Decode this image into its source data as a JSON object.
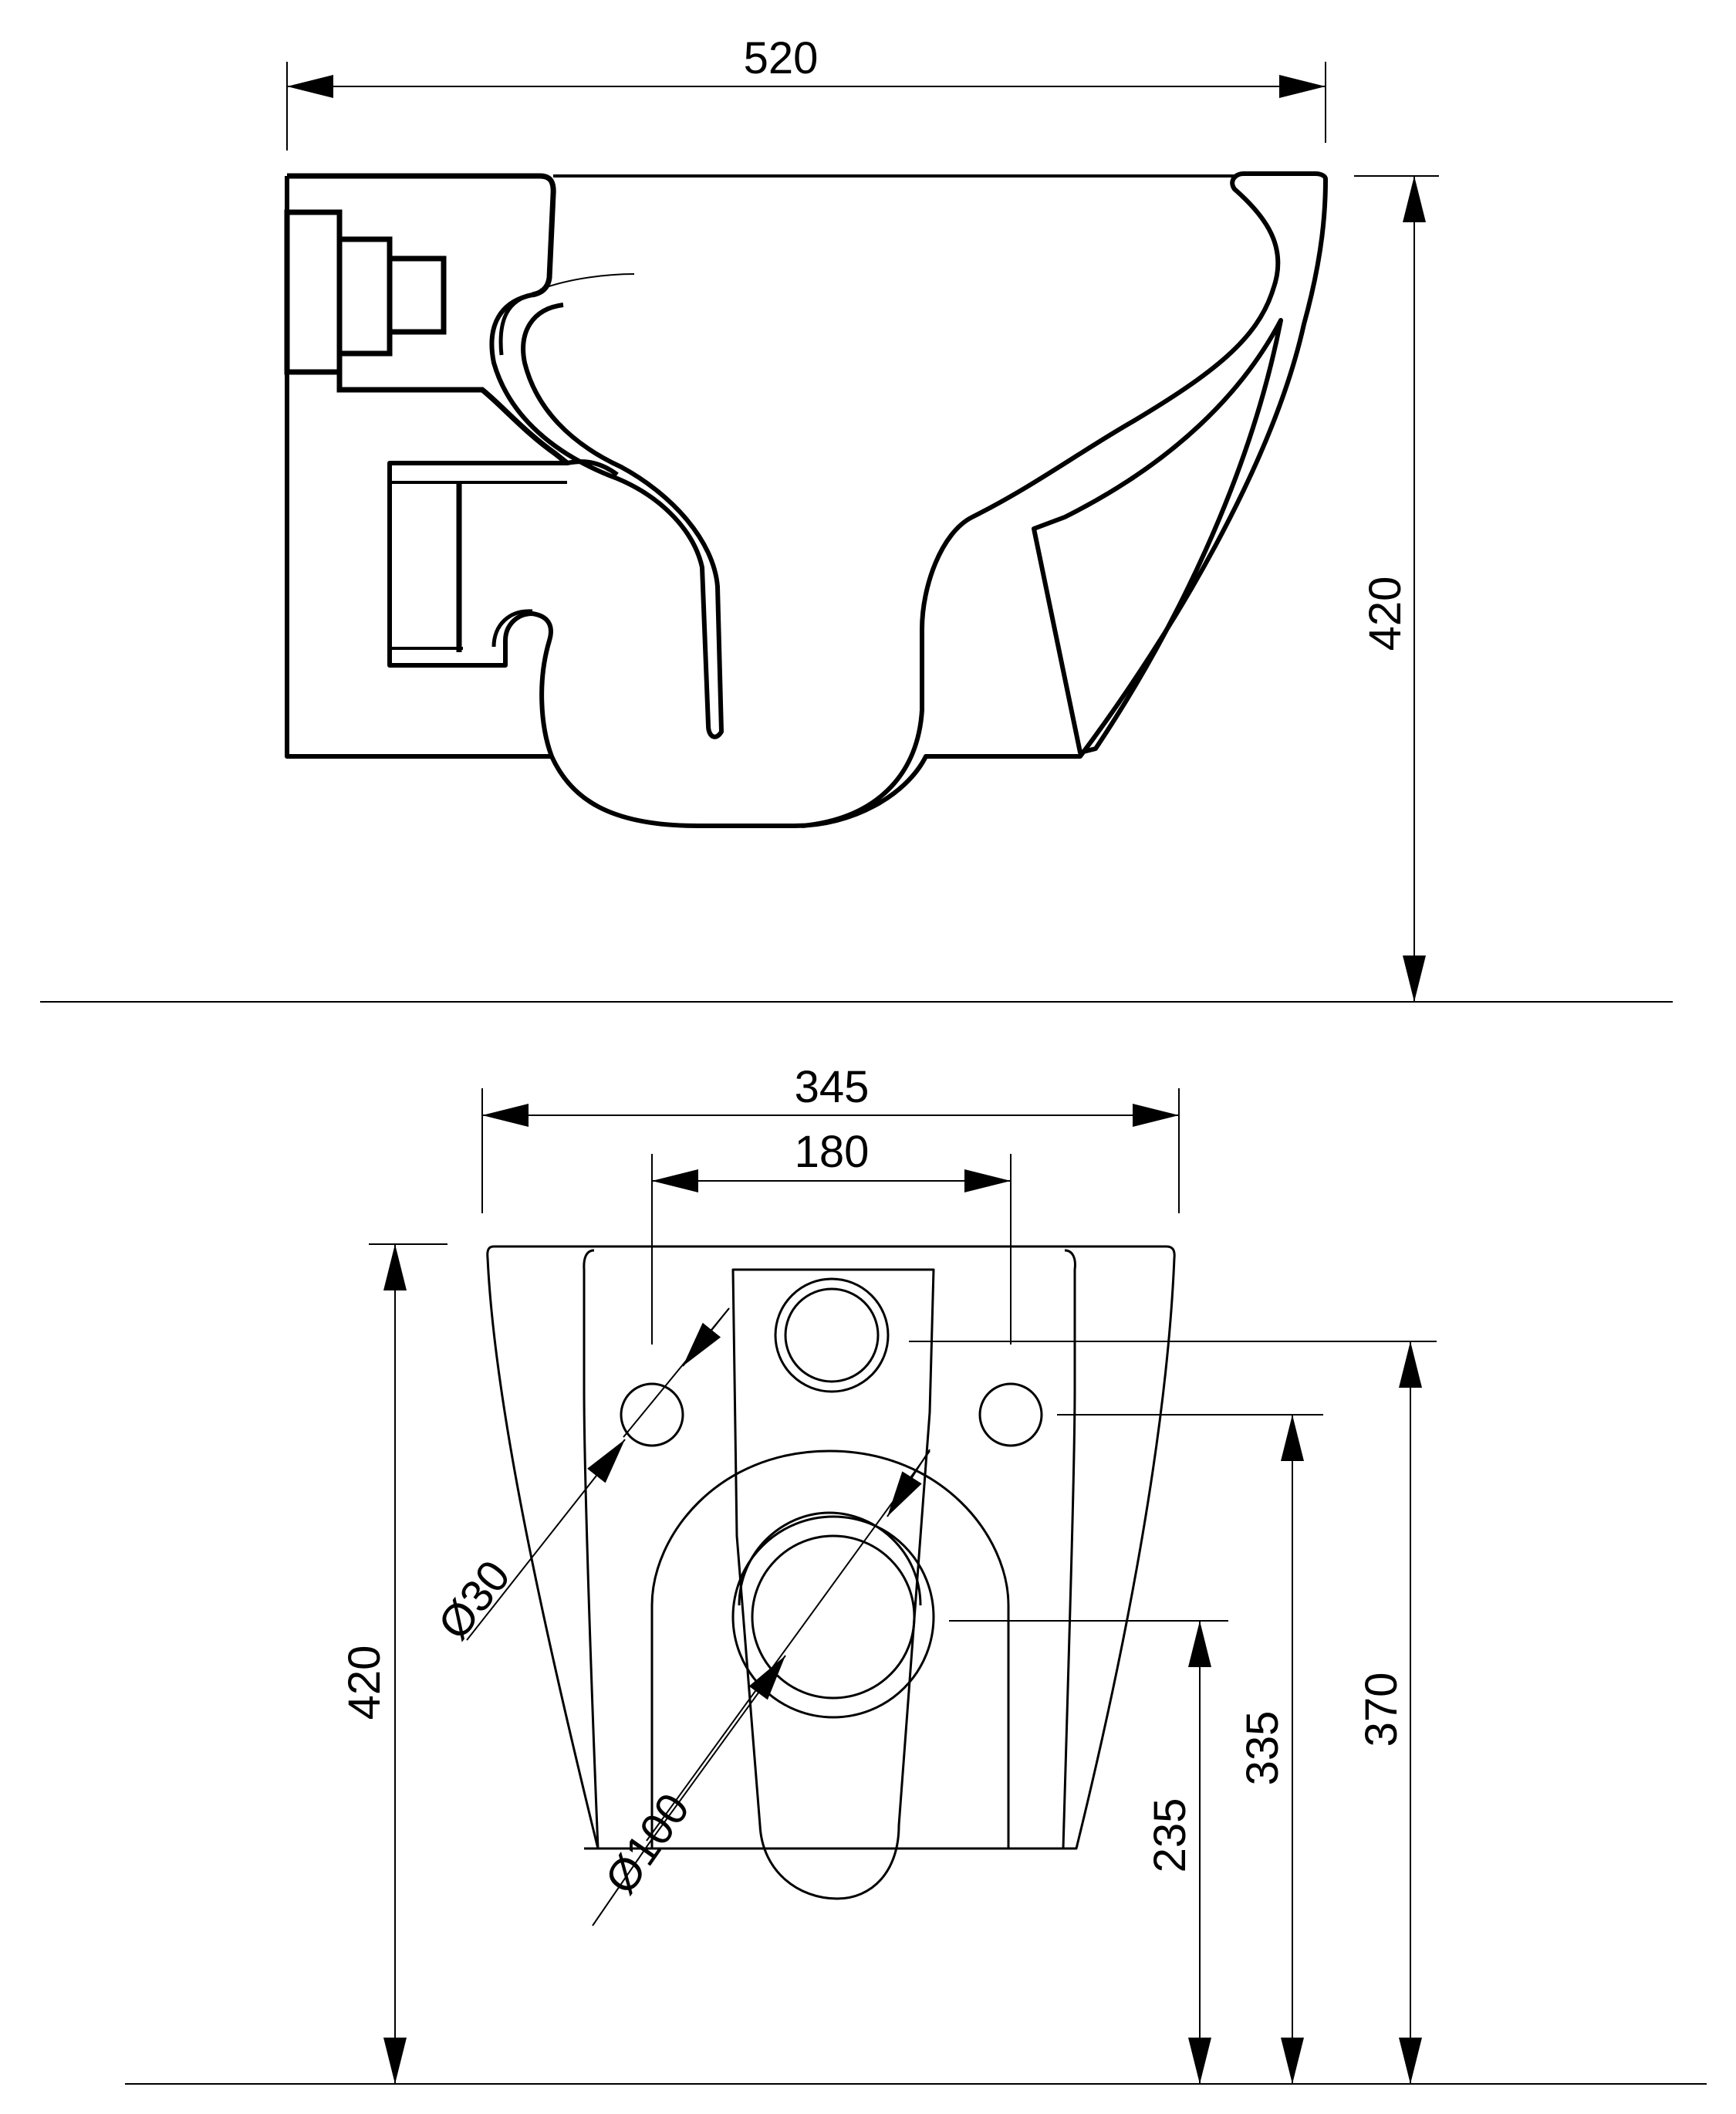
{
  "side_view": {
    "width_label": "520",
    "height_label": "420"
  },
  "front_view": {
    "overall_width_label": "345",
    "hole_spacing_label": "180",
    "height_label": "420",
    "fixing_hole_diameter_label": "Ø30",
    "outlet_diameter_label": "Ø100",
    "outlet_height_label": "235",
    "fixing_hole_height_label": "335",
    "inlet_height_label": "370"
  },
  "colors": {
    "line": "#000000",
    "background": "#ffffff"
  }
}
